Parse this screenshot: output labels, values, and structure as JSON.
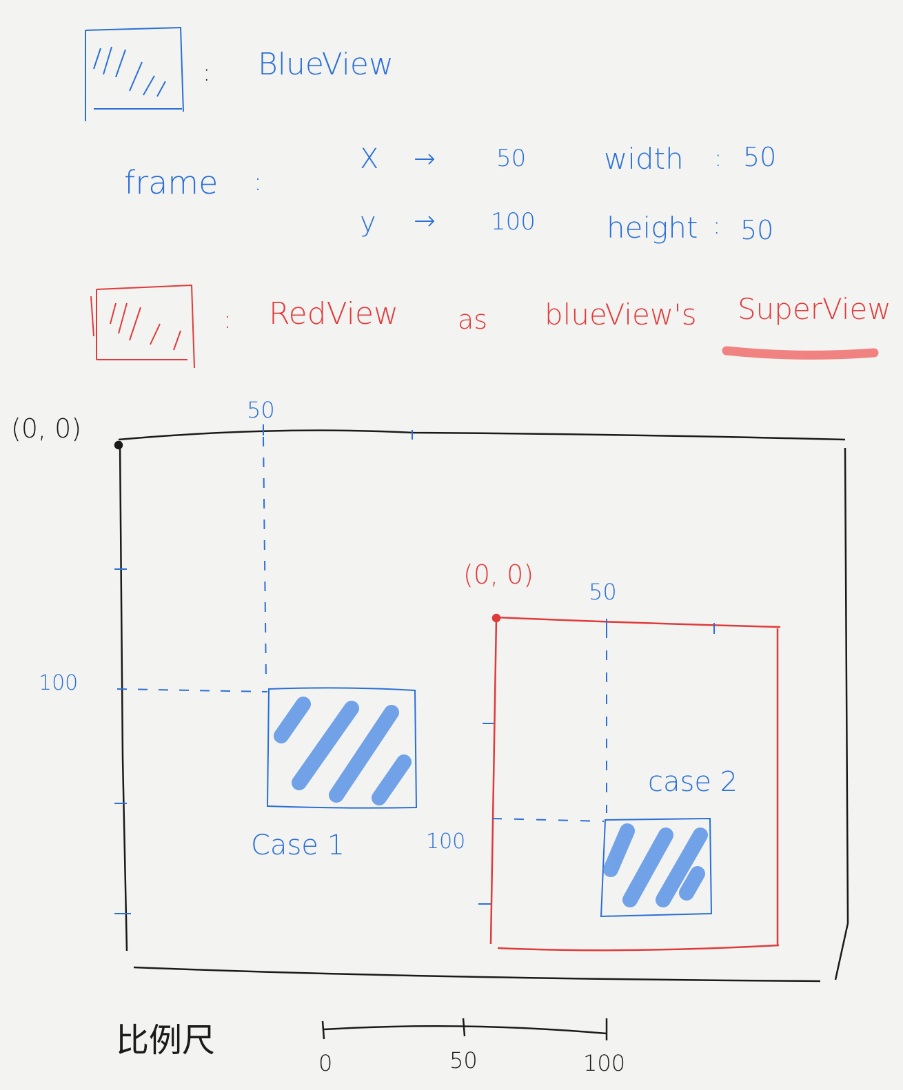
{
  "legend": {
    "blue_label": "BlueView",
    "red_label": "RedView",
    "red_as": "as",
    "red_owner": "blueView's",
    "red_super": "SuperView",
    "colon": ":"
  },
  "frame": {
    "label": "frame",
    "colon": ":",
    "x_key": "X",
    "x_val": "50",
    "y_key": "y",
    "y_val": "100",
    "arrow": "→",
    "width_label": "width",
    "width_val": "50",
    "height_label": "height",
    "height_val": "50",
    "kv_sep": ":"
  },
  "case1": {
    "origin_label": "(0, 0)",
    "x_tick_label": "50",
    "y_tick_label": "100",
    "caption": "Case 1"
  },
  "case2": {
    "origin_label": "(0, 0)",
    "x_tick_label": "50",
    "y_tick_label": "100",
    "caption": "case 2"
  },
  "scale": {
    "label": "比例尺",
    "ticks": [
      "0",
      "50",
      "100"
    ]
  },
  "colors": {
    "blue": "#2a6fd6",
    "red": "#e03a3a",
    "black": "#1a1a1a",
    "fill_blue": "#5b93e6",
    "highlight": "#ef6f6f"
  }
}
